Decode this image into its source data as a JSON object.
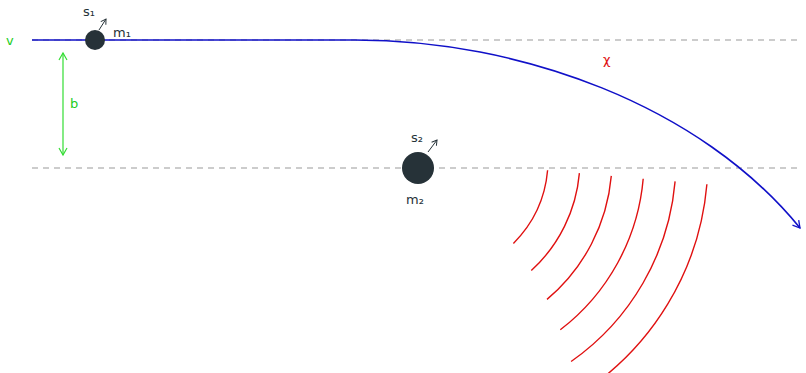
{
  "diagram": {
    "labels": [
      "v",
      "s₁",
      "m₁",
      "b",
      "s₂",
      "m₂",
      "χ"
    ]
  }
}
